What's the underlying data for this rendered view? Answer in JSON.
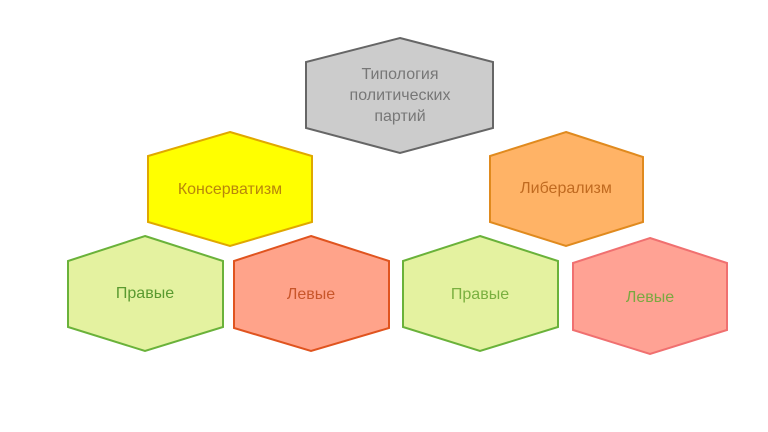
{
  "diagram": {
    "title": {
      "lines": [
        "Типология",
        "политических",
        "партий"
      ],
      "fill": "#cccccc",
      "stroke": "#666666",
      "text_color": "#777777"
    },
    "branches": [
      {
        "label": "Консерватизм",
        "fill": "#ffff00",
        "stroke": "#e0a800",
        "text_color": "#b8860b",
        "children": [
          {
            "label": "Правые",
            "fill": "#e4f2a0",
            "stroke": "#6ab23a",
            "text_color": "#5a9a30"
          },
          {
            "label": "Левые",
            "fill": "#ffa38a",
            "stroke": "#e0541f",
            "text_color": "#c8562a"
          }
        ]
      },
      {
        "label": "Либерализм",
        "fill": "#ffb366",
        "stroke": "#e08a1e",
        "text_color": "#c06a20",
        "children": [
          {
            "label": "Правые",
            "fill": "#e4f2a0",
            "stroke": "#6ab23a",
            "text_color": "#7ab040"
          },
          {
            "label": "Левые",
            "fill": "#ffa294",
            "stroke": "#f07070",
            "text_color": "#7aa840"
          }
        ]
      }
    ]
  }
}
